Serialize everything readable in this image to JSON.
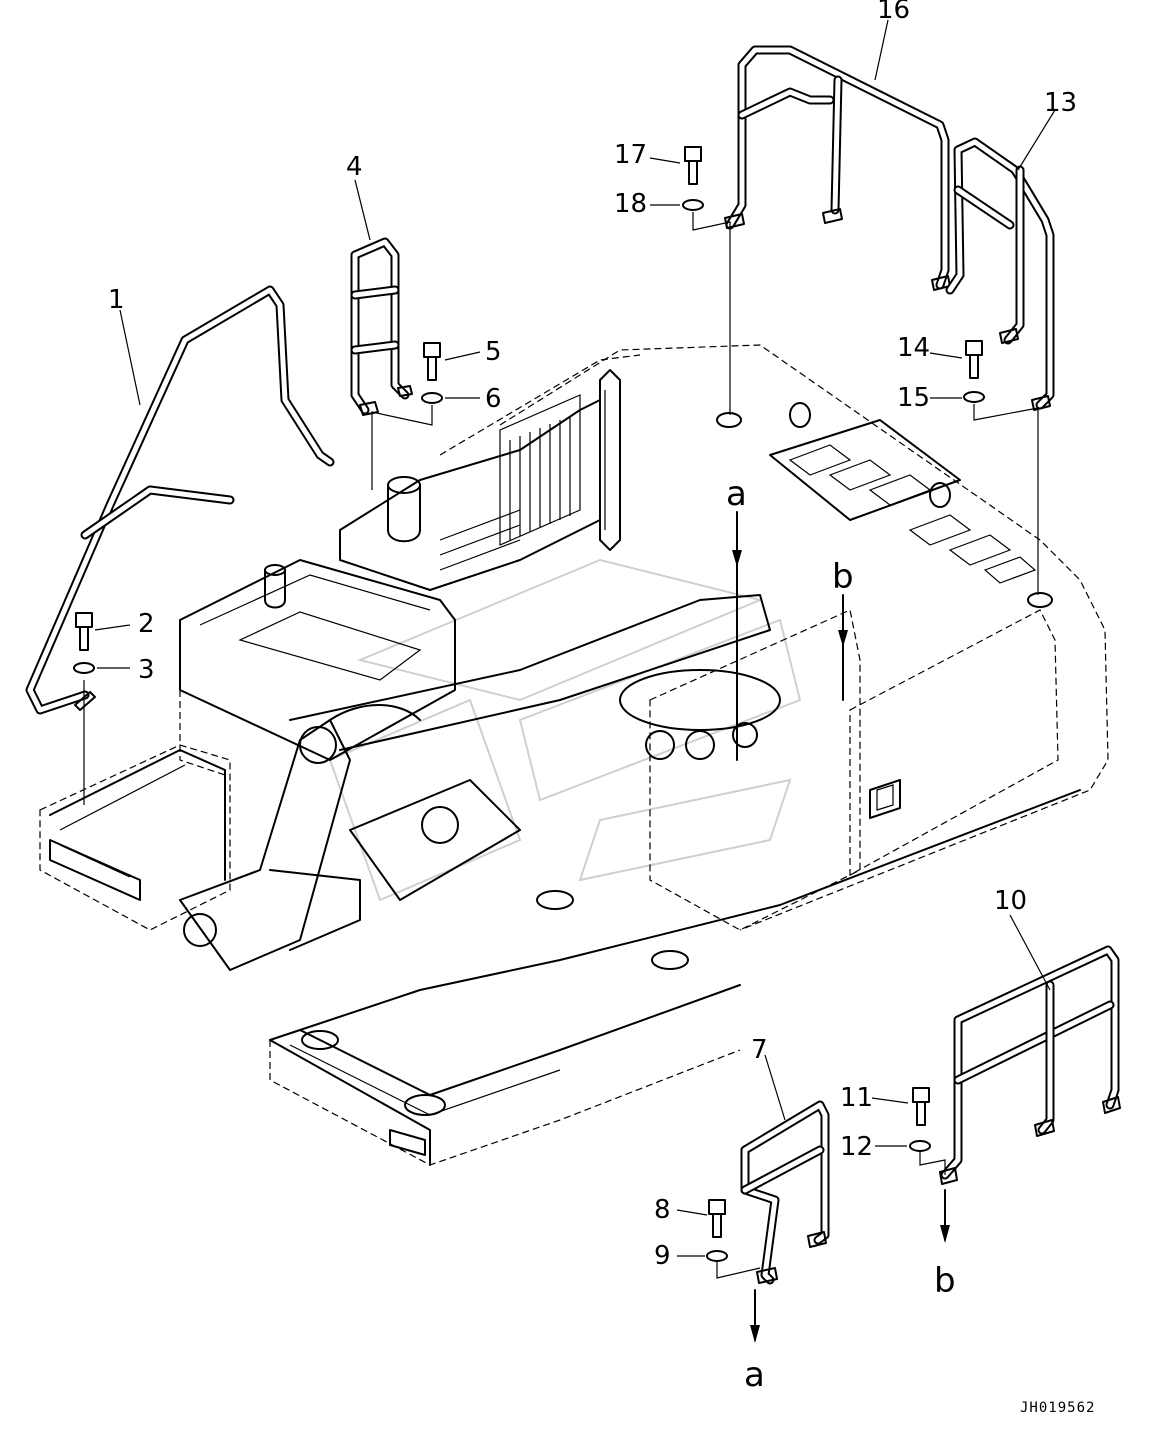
{
  "parts": [
    {
      "id": "1"
    },
    {
      "id": "2"
    },
    {
      "id": "3"
    },
    {
      "id": "4"
    },
    {
      "id": "5"
    },
    {
      "id": "6"
    },
    {
      "id": "7"
    },
    {
      "id": "8"
    },
    {
      "id": "9"
    },
    {
      "id": "10"
    },
    {
      "id": "11"
    },
    {
      "id": "12"
    },
    {
      "id": "13"
    },
    {
      "id": "14"
    },
    {
      "id": "15"
    },
    {
      "id": "16"
    },
    {
      "id": "17"
    },
    {
      "id": "18"
    }
  ],
  "refs": {
    "a": "a",
    "b": "b"
  },
  "drawing_code": "JH019562"
}
